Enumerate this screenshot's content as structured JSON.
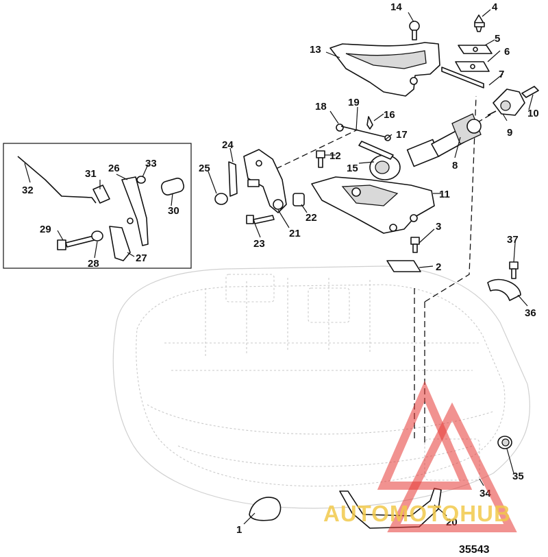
{
  "diagram": {
    "drawing_number": "35543",
    "callouts": [
      "1",
      "2",
      "3",
      "4",
      "5",
      "6",
      "7",
      "8",
      "9",
      "10",
      "11",
      "12",
      "13",
      "14",
      "15",
      "16",
      "17",
      "18",
      "19",
      "20",
      "21",
      "22",
      "23",
      "24",
      "25",
      "26",
      "27",
      "28",
      "29",
      "30",
      "31",
      "32",
      "33",
      "34",
      "35",
      "36",
      "37"
    ]
  },
  "watermark": {
    "text": "AUTOMOTOHUB",
    "colors": {
      "triangle": "#e53935",
      "text": "#f2c94c"
    }
  }
}
